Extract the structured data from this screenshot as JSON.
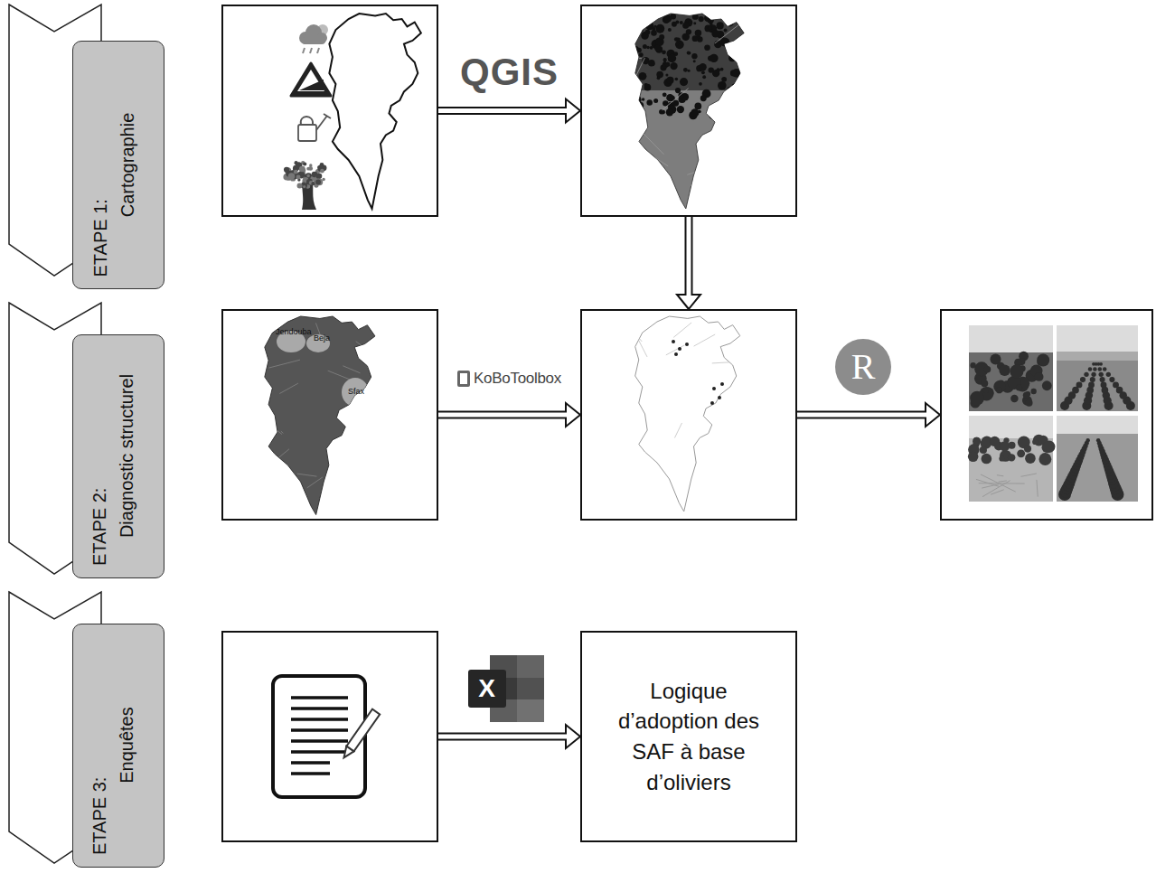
{
  "diagram": {
    "nodes": [
      {
        "text": [
          "ETAPE 1:",
          "Cartographie"
        ]
      },
      {
        "text": []
      },
      {
        "text": []
      },
      {
        "text": [
          "ETAPE 2:",
          "Diagnostic structurel"
        ]
      },
      {
        "text": [
          "Jendouba",
          "Beja",
          "Sfax"
        ]
      },
      {
        "text": []
      },
      {
        "text": []
      },
      {
        "text": [
          "ETAPE 3:",
          "Enquêtes"
        ]
      },
      {
        "text": []
      },
      {
        "text": [
          "Logique d’adoption des SAF à base d’oliviers"
        ]
      }
    ],
    "edges": [
      {
        "from": 1,
        "to": 2,
        "label": "QGIS",
        "arrow": "to"
      },
      {
        "from": 2,
        "to": 5,
        "arrow": "to"
      },
      {
        "from": 4,
        "to": 5,
        "label": "KoBoToolbox",
        "arrow": "to"
      },
      {
        "from": 5,
        "to": 6,
        "label": "R",
        "arrow": "to"
      },
      {
        "from": 8,
        "to": 9,
        "label": "X",
        "arrow": "to"
      }
    ]
  }
}
